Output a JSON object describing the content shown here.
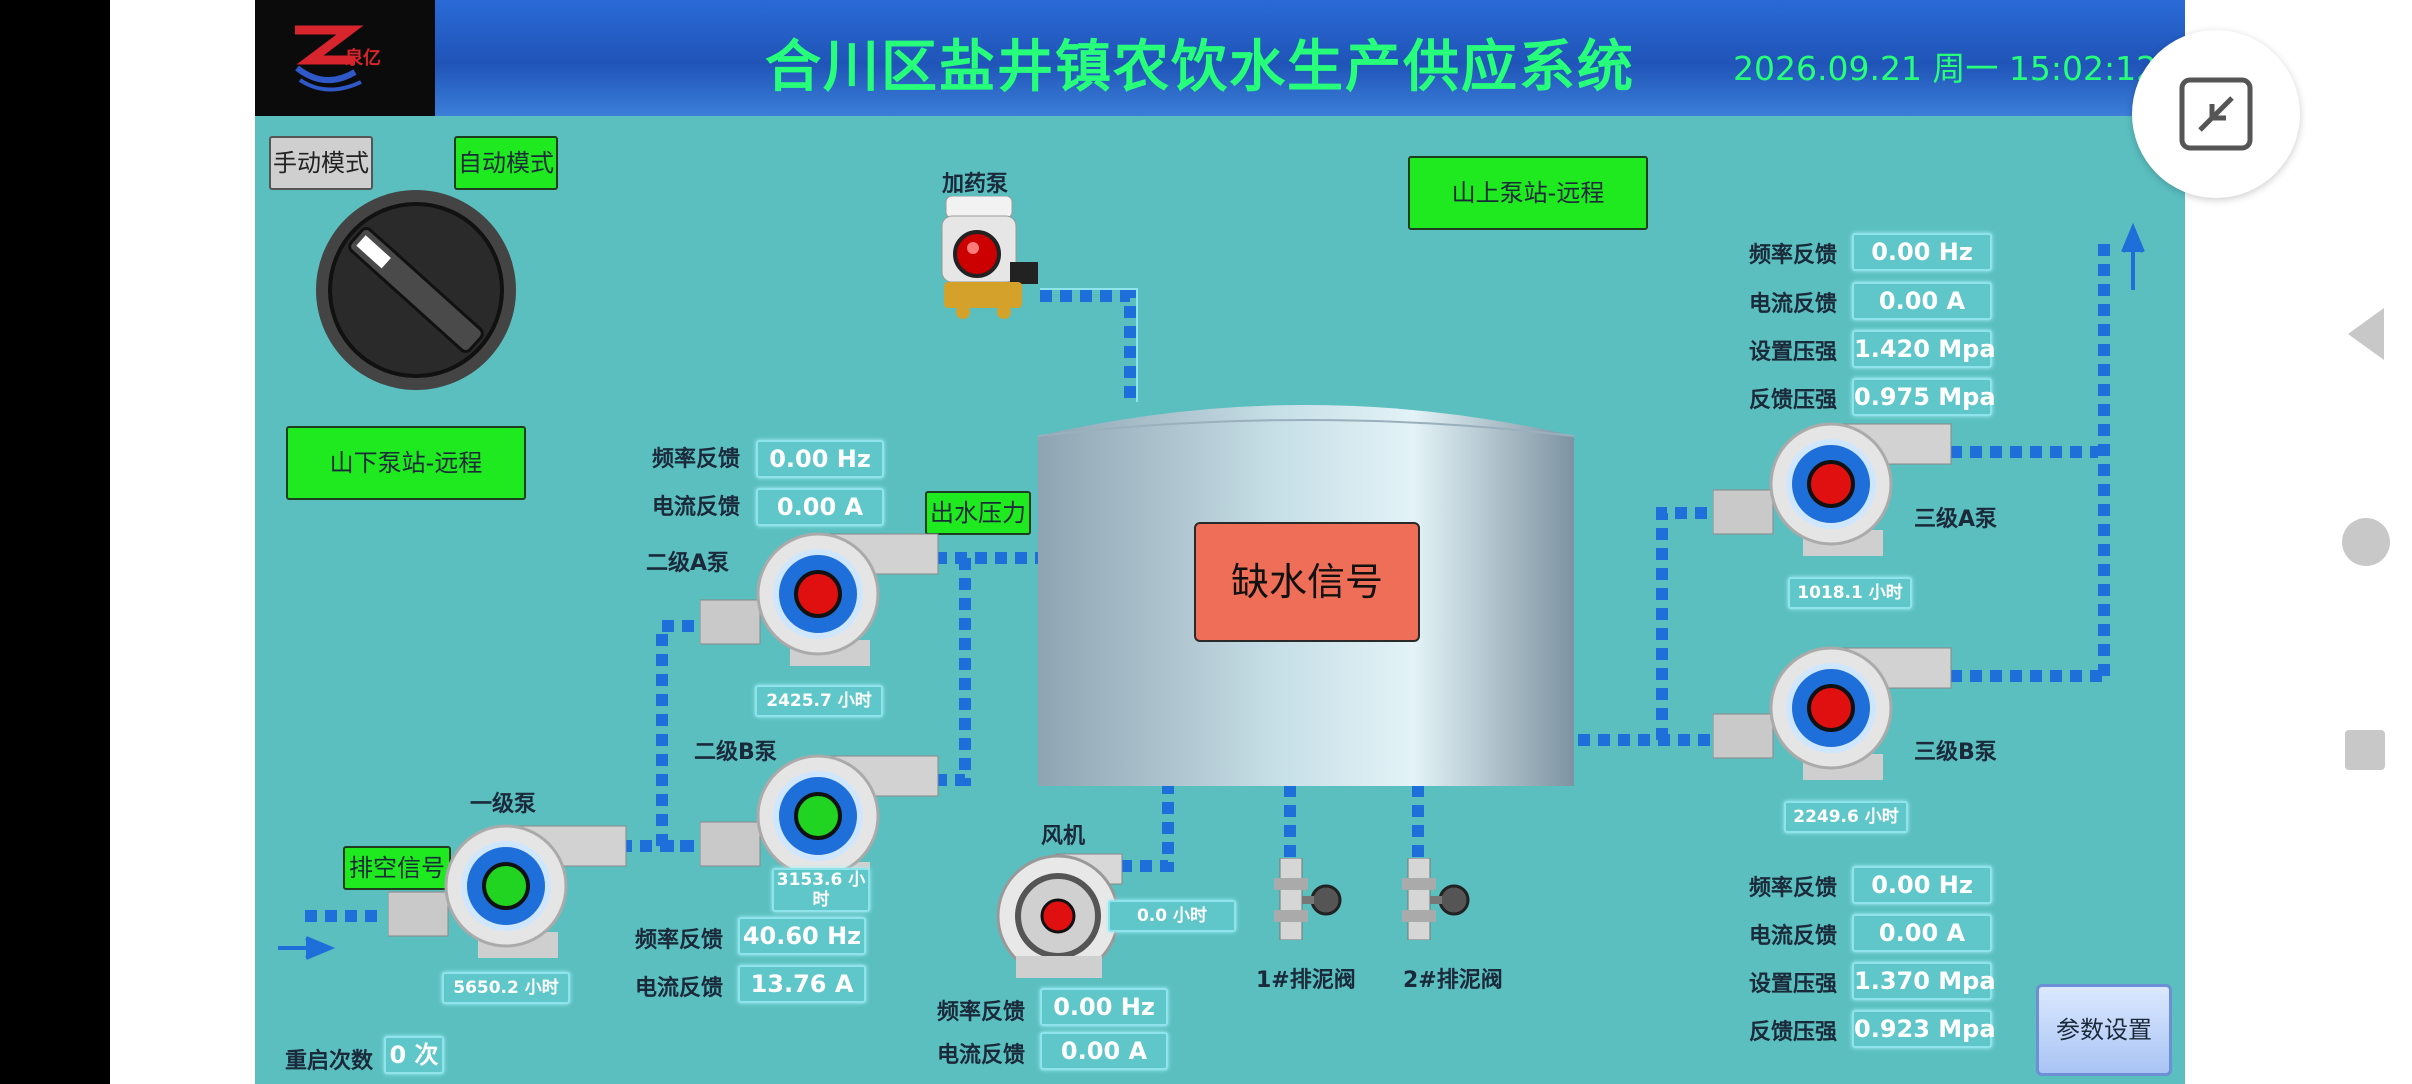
{
  "header": {
    "title": "合川区盐井镇农饮水生产供应系统",
    "datetime": "2026.09.21 周一 15:02:12",
    "logo_text": "泉亿"
  },
  "mode": {
    "manual_label": "手动模式",
    "auto_label": "自动模式"
  },
  "stations": {
    "lower_remote": "山下泵站-远程",
    "upper_remote": "山上泵站-远程"
  },
  "dosing_pump": {
    "label": "加药泵"
  },
  "outlet_pressure": {
    "label": "出水压力"
  },
  "tank": {
    "alarm": "缺水信号"
  },
  "pump_2a": {
    "name": "二级A泵",
    "freq_label": "频率反馈",
    "freq": "0.00 Hz",
    "current_label": "电流反馈",
    "current": "0.00 A",
    "hours": "2425.7 小时",
    "status": "stopped"
  },
  "pump_2b": {
    "name": "二级B泵",
    "freq_label": "频率反馈",
    "freq": "40.60 Hz",
    "current_label": "电流反馈",
    "current": "13.76 A",
    "hours": "3153.6 小时",
    "status": "running"
  },
  "pump_1": {
    "name": "一级泵",
    "drain_signal": "排空信号",
    "hours": "5650.2 小时",
    "status": "running"
  },
  "restart": {
    "label": "重启次数",
    "value": "0 次"
  },
  "fan": {
    "name": "风机",
    "hours": "0.0 小时",
    "freq_label": "频率反馈",
    "freq": "0.00 Hz",
    "current_label": "电流反馈",
    "current": "0.00 A"
  },
  "valves": {
    "v1": "1#排泥阀",
    "v2": "2#排泥阀"
  },
  "pump_3a": {
    "name": "三级A泵",
    "freq_label": "频率反馈",
    "freq": "0.00 Hz",
    "current_label": "电流反馈",
    "current": "0.00 A",
    "set_pressure_label": "设置压强",
    "set_pressure": "1.420 Mpa",
    "fb_pressure_label": "反馈压强",
    "fb_pressure": "0.975 Mpa",
    "hours": "1018.1 小时",
    "status": "stopped"
  },
  "pump_3b": {
    "name": "三级B泵",
    "freq_label": "频率反馈",
    "freq": "0.00 Hz",
    "current_label": "电流反馈",
    "current": "0.00 A",
    "set_pressure_label": "设置压强",
    "set_pressure": "1.370 Mpa",
    "fb_pressure_label": "反馈压强",
    "fb_pressure": "0.923 Mpa",
    "hours": "2249.6 小时",
    "status": "stopped"
  },
  "settings_button": "参数设置",
  "colors": {
    "panel_bg": "#5bbfc0",
    "header_bg": "#1f4fa8",
    "title_green": "#27ff7a",
    "active_green": "#1fea1f",
    "alarm_red": "#ee6e58",
    "pipe_blue": "#1f6fdb"
  },
  "icons": {
    "collapse": "collapse-arrows-icon",
    "back": "nav-back-icon",
    "home": "nav-home-icon",
    "recent": "nav-recent-icon"
  }
}
